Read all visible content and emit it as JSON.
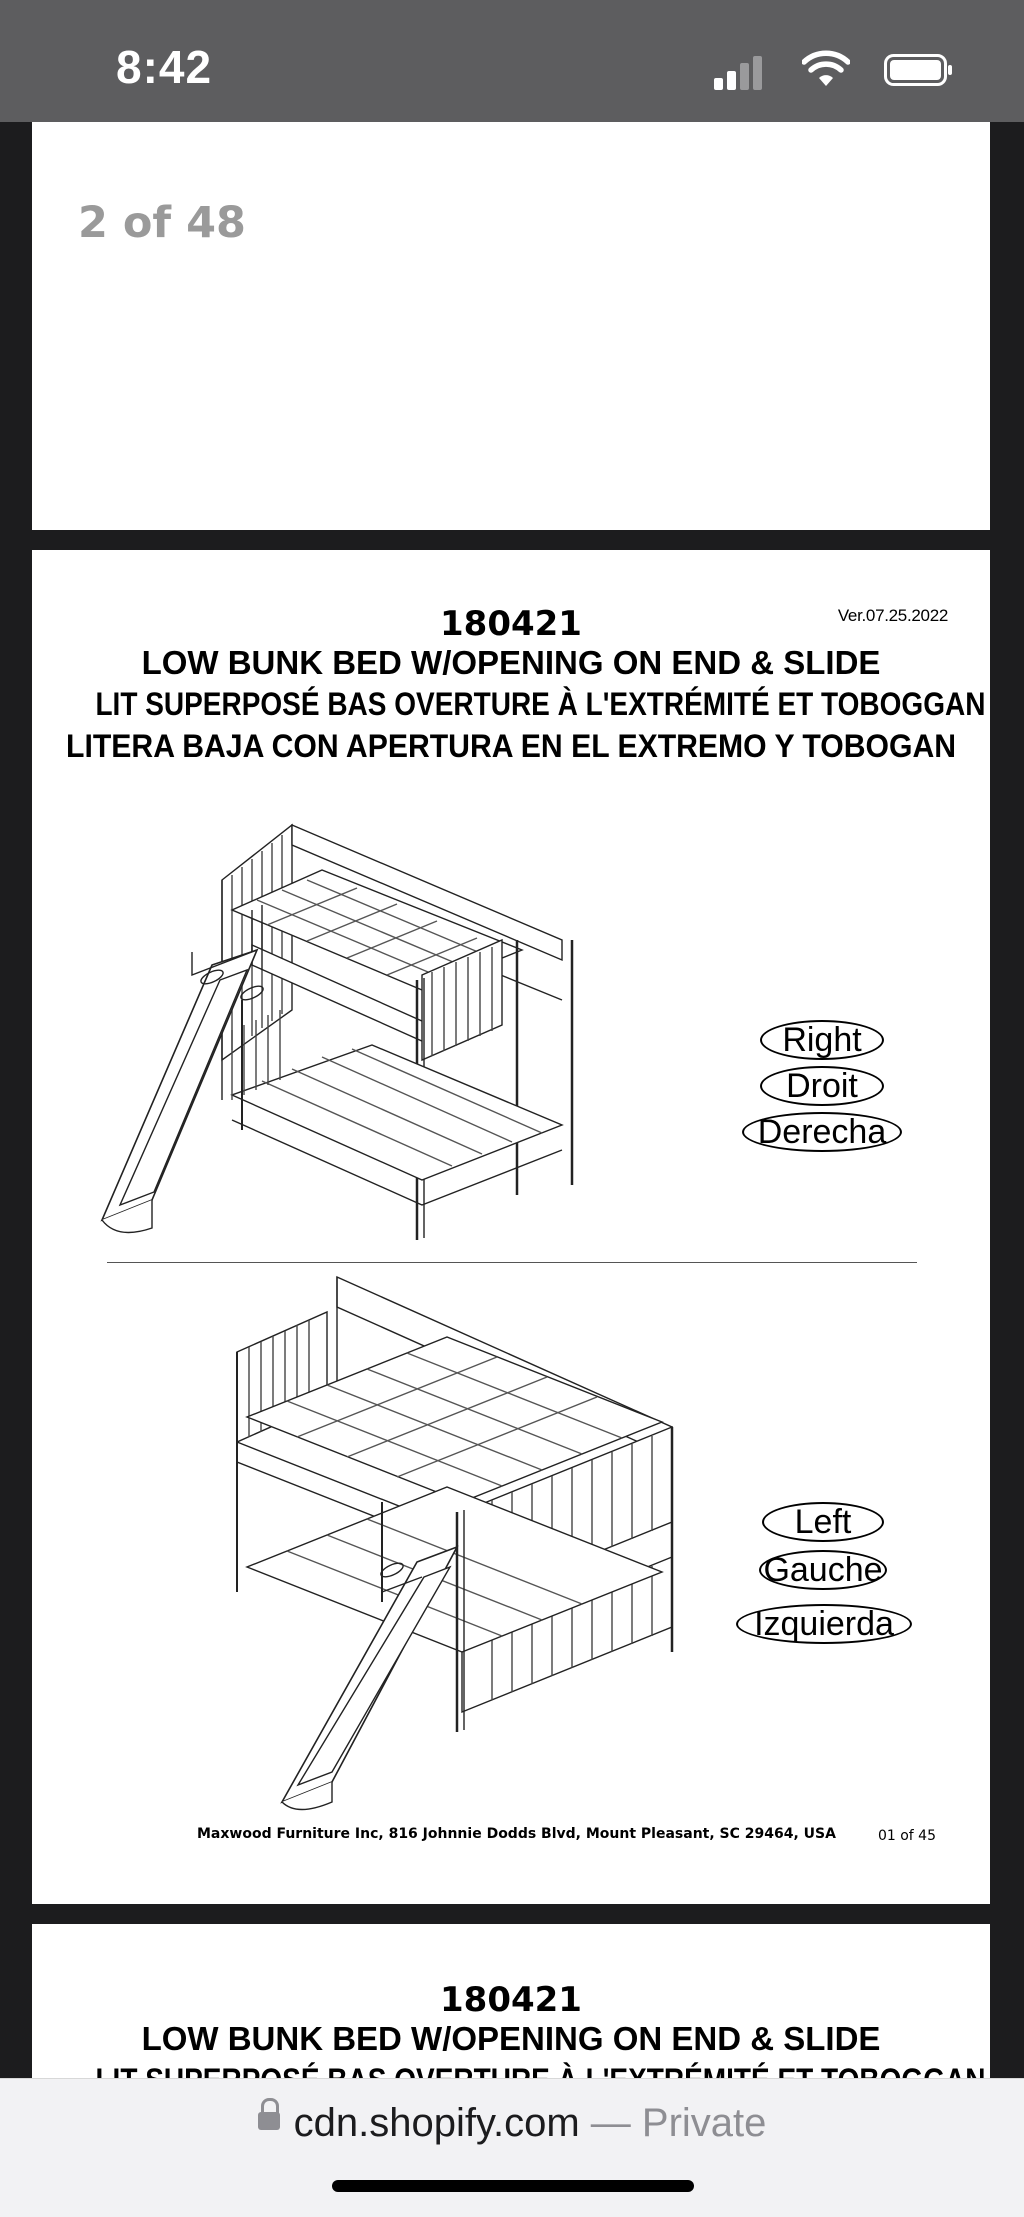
{
  "status_bar": {
    "time": "8:42",
    "icons": [
      "cellular-signal-icon",
      "wifi-icon",
      "battery-icon"
    ]
  },
  "viewer": {
    "page_indicator": "2 of 48"
  },
  "document_page": {
    "model_number": "180421",
    "version": "Ver.07.25.2022",
    "title_en": "LOW BUNK BED W/OPENING ON END & SLIDE",
    "title_fr": "LIT SUPERPOSÉ BAS OVERTURE À L'EXTRÉMITÉ ET TOBOGGAN",
    "title_es": "LITERA BAJA CON APERTURA EN EL EXTREMO Y TOBOGAN",
    "right_variant": {
      "labels": [
        "Right",
        "Droit",
        "Derecha"
      ]
    },
    "left_variant": {
      "labels": [
        "Left",
        "Gauche",
        "Izquierda"
      ]
    },
    "footer_address": "Maxwood Furniture Inc, 816 Johnnie Dodds Blvd, Mount Pleasant, SC 29464, USA",
    "footer_page": "01 of 45"
  },
  "next_page": {
    "model_number": "180421",
    "title_en": "LOW BUNK BED W/OPENING ON END & SLIDE",
    "title_fr": "LIT SUPERPOSÉ BAS OVERTURE À L'EXTRÉMITÉ ET TOBOGGAN"
  },
  "address_bar": {
    "domain": "cdn.shopify.com",
    "separator": " — ",
    "privacy": "Private",
    "icon": "lock-icon"
  },
  "colors": {
    "status_bar_bg": "#5d5d5f",
    "viewer_bg": "#1c1c1e",
    "page_bg": "#ffffff",
    "page_indicator": "#9a9a9a",
    "address_bar_bg": "#f2f2f4"
  }
}
